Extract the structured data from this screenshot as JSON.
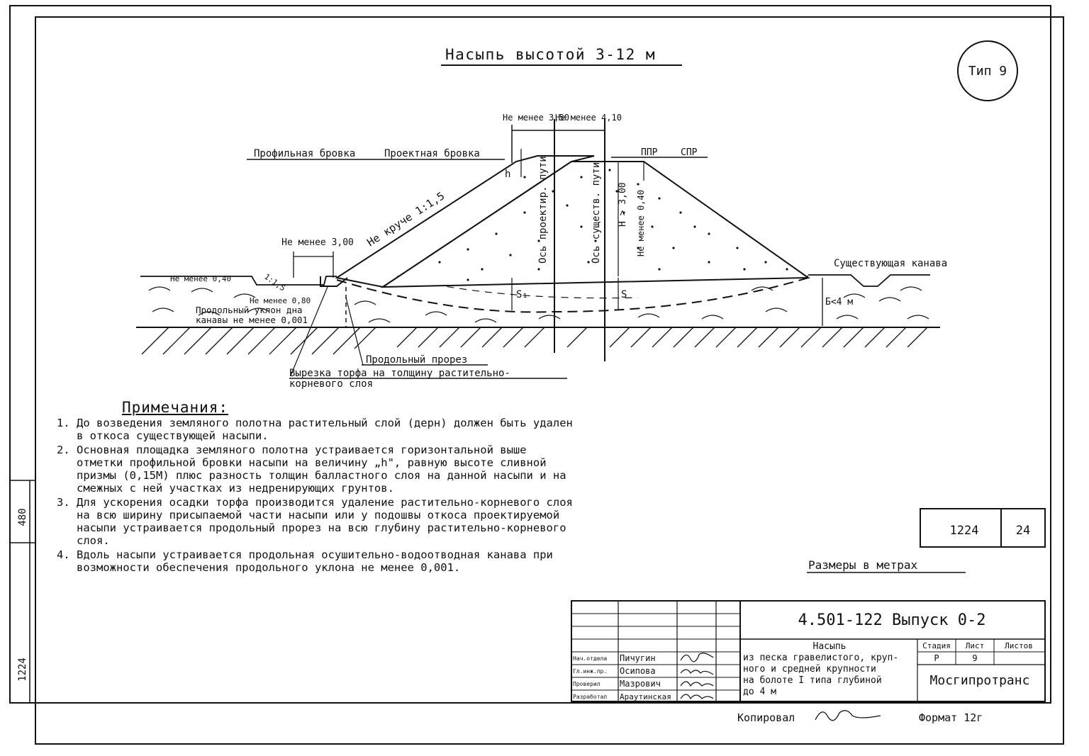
{
  "title": "Насыпь высотой 3-12 м",
  "type_label": "Тип 9",
  "dims": {
    "top_left": "Не менее 3,50",
    "top_right": "Не менее 4,10",
    "ditch_berm": "Не менее 3,00",
    "left_small_1": "Не менее 0,40",
    "left_small_2": "Не менее 0,80",
    "right_min": "Не менее 0,40"
  },
  "labels": {
    "profile_edge": "Профильная бровка",
    "design_edge": "Проектная бровка",
    "ppr": "ППР",
    "spr": "СПР",
    "slope": "Не круче 1:1,5",
    "slope_ditch": "1:1,5",
    "axis_design": "Ось проектир. пути",
    "axis_existing": "Ось существ. пути",
    "height": "Н > 3,00",
    "existing_ditch": "Существующая канава",
    "depth": "Б<4 м",
    "h": "h",
    "s": "S",
    "s1": "S₁",
    "long_slope_1": "Продольный уклон дна",
    "long_slope_2": "канавы не менее 0,001",
    "long_cut": "Продольный прорез",
    "peat_cut_1": "Вырезка торфа на толщину растительно-",
    "peat_cut_2": "корневого слоя"
  },
  "notes_title": "Примечания:",
  "notes": [
    {
      "num": "1.",
      "text": "До возведения земляного полотна растительный слой (дерн) должен быть удален в откоса существующей насыпи."
    },
    {
      "num": "2.",
      "text": "Основная площадка земляного полотна устраивается горизонтальной выше отметки профильной бровки насыпи на величину „h\", равную высоте сливной призмы (0,15М) плюс разность толщин балластного слоя на данной насыпи и на смежных с ней участках из недренирующих грунтов."
    },
    {
      "num": "3.",
      "text": "Для ускорения осадки торфа производится удаление растительно-корневого слоя на всю ширину присыпаемой части насыпи или у подошвы откоса проектируемой насыпи устраивается продольный прорез на всю глубину растительно-корневого слоя."
    },
    {
      "num": "4.",
      "text": "Вдоль насыпи устраивается продольная осушительно-водоотводная канава при возможности обеспечения продольного уклона не менее 0,001."
    }
  ],
  "stamp": {
    "album": "1224",
    "sheet": "24"
  },
  "units_note": "Размеры в метрах",
  "title_block": {
    "code": "4.501-122   Выпуск 0-2",
    "description": [
      "Насыпь",
      "из песка гравелистого, круп-",
      "ного и средней крупности",
      "на болоте I типа глубиной",
      "до 4 м"
    ],
    "stage_header": "Стадия",
    "sheet_header": "Лист",
    "sheets_header": "Листов",
    "stage": "Р",
    "sheet": "9",
    "sheets": "",
    "org": "Мосгипротранс",
    "roles": [
      "Нач.отдела",
      "Гл.инж.пр.",
      "Проверил",
      "Разработал"
    ],
    "names": [
      "Пичугин",
      "Осипова",
      "Мазрович",
      "Араутинская"
    ]
  },
  "copier": "Копировал",
  "format": "Формат 12г",
  "side_stamp": {
    "top": "480",
    "bottom": "1224"
  }
}
